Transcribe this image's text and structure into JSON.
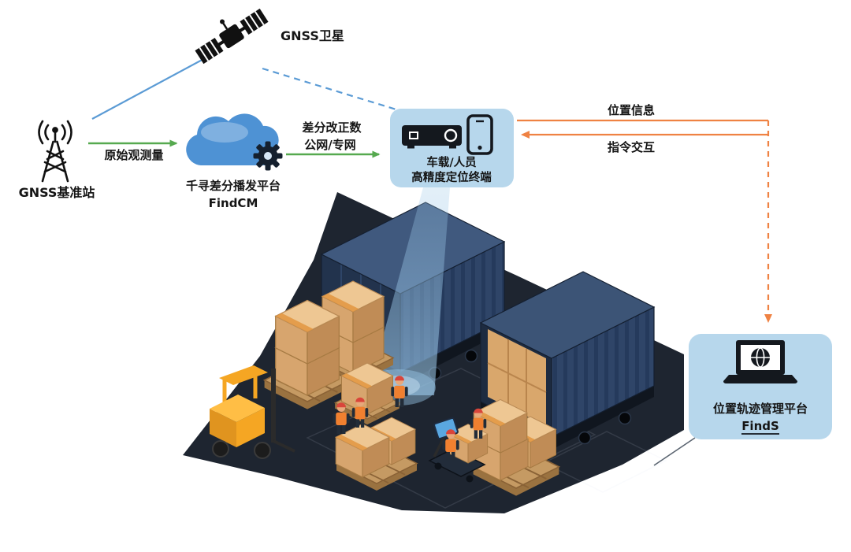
{
  "nodes": {
    "satellite": {
      "label": "GNSS卫星"
    },
    "base_station": {
      "label": "GNSS基准站"
    },
    "cloud_platform": {
      "name": "千寻差分播发平台",
      "product": "FindCM"
    },
    "terminal": {
      "line1": "车载/人员",
      "line2": "高精度定位终端"
    },
    "management_platform": {
      "name": "位置轨迹管理平台",
      "product": "FindS"
    }
  },
  "edges": {
    "raw_observation": {
      "label": "原始观测量"
    },
    "differential_correction": {
      "line1": "差分改正数",
      "line2": "公网/专网"
    },
    "position_info": {
      "label": "位置信息"
    },
    "command_interaction": {
      "label": "指令交互"
    }
  },
  "colors": {
    "link_blue": "#5b9bd5",
    "arrow_green": "#56a94f",
    "arrow_orange": "#ef8243",
    "panel_blue": "#b7d7ec",
    "cloud_blue": "#4e92d4",
    "floor_navy": "#1e2530",
    "container_blue": "#2f4568",
    "carton_tan": "#e7c08d",
    "forklift_yellow": "#f5a623"
  }
}
